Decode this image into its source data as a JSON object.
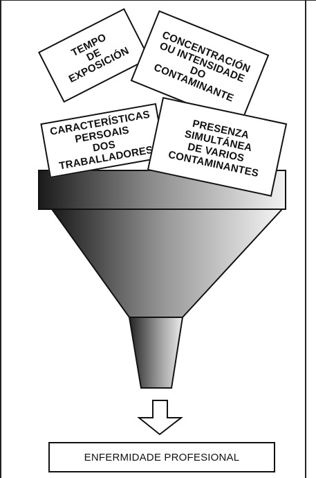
{
  "factors": {
    "exposure_time": "TEMPO\nDE\nEXPOSICIÓN",
    "concentration": "CONCENTRACIÓN\nOU INTENSIDADE\nDO\nCONTAMINANTE",
    "worker_characteristics": "CARACTERÍSTICAS\nPERSOAIS\nDOS\nTRABALLADORES",
    "simultaneous_presence": "PRESENZA\nSIMULTÁNEA\nDE VARIOS\nCONTAMINANTES"
  },
  "result": "ENFERMIDADE PROFESIONAL",
  "colors": {
    "ink": "#111111",
    "funnel_dark": "#1a1a1a",
    "funnel_light": "#f2f2f2"
  }
}
